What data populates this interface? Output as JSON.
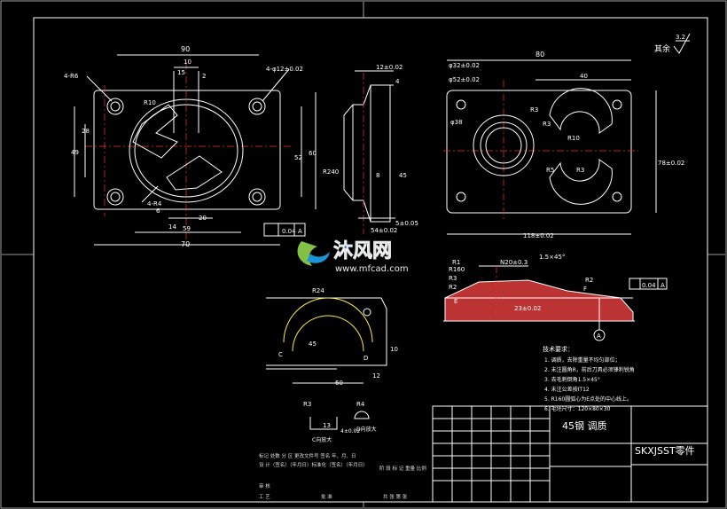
{
  "dimensions": {
    "d90": "90",
    "d10": "10",
    "d15": "15",
    "d2": "2",
    "hole_4": "4-φ12±0.02",
    "r6_4": "4-R6",
    "r10": "R10",
    "d6": "6",
    "d14": "14",
    "d20": "20",
    "d59": "59",
    "d70": "70",
    "d49": "49",
    "d28": "28",
    "d5a": "5",
    "d52": "52",
    "d60": "60",
    "r4_4": "4-R4",
    "tol_flat": "0.04",
    "datum_a": "A",
    "s12": "12±0.02",
    "s4": "4",
    "r240": "R240",
    "s8": "8",
    "s54": "54±0.02",
    "s58": "5±0.05",
    "s45": "45",
    "s5": "5",
    "d_phi32": "φ32±0.02",
    "d_phi52": "φ52±0.02",
    "d_phi38": "φ38",
    "d80": "80",
    "d40": "40",
    "r3a": "R3",
    "r3b": "R3",
    "r5": "R5",
    "r10b": "R10",
    "d78": "78±0.02",
    "d118": "118±0.02",
    "r1": "R1",
    "r160": "R160",
    "r3c": "R3",
    "r2a": "R2",
    "r2b": "R2",
    "n20": "N20±0.3",
    "chamfer": "1.5×45°",
    "e_lbl": "E",
    "f_lbl": "F",
    "d23": "23±0.02",
    "d0a": "0.0",
    "tol_par": "0.04",
    "datum_a2": "A",
    "datum_a3": "A",
    "r24": "R24",
    "a45": "45",
    "c_lbl": "C",
    "d_lbl": "D",
    "d10b": "10",
    "d60b": "60",
    "d12": "12",
    "r3d": "R3",
    "r4": "R4",
    "d13": "13",
    "d02": "4±0.02",
    "c_note": "C向放大",
    "d_note": "D向放大",
    "roughness": "其余",
    "roughness_val": "3.2"
  },
  "notes": {
    "title": "技术要求：",
    "items": [
      "1. 调质，去除重量不均匀部位；",
      "2. 未注圆角R，前后刀具必须锋利锐角",
      "3. 去毛刺倒角1.5×45°",
      "4. 未注公差按IT12",
      "5. R160圆弧心为E点处的中心线上。",
      "6. 毛坯尺寸：120×80×30"
    ]
  },
  "title_block": {
    "material": "45钢 调质",
    "part_name": "SKXJSST零件",
    "row1": "标记  处数   分  区    更改文件号  签名   年、月、日",
    "row2": "设  计（签名）（年月日）标准化（签名）（年月日）",
    "row3": "阶 段 标 记    重量  比例",
    "row4a": "审  核",
    "row4b": "工  艺",
    "row4c": "批  准",
    "row4d": "共    张     第    张"
  },
  "watermark": {
    "brand": "沐风网",
    "url": "www.mfcad.com"
  }
}
